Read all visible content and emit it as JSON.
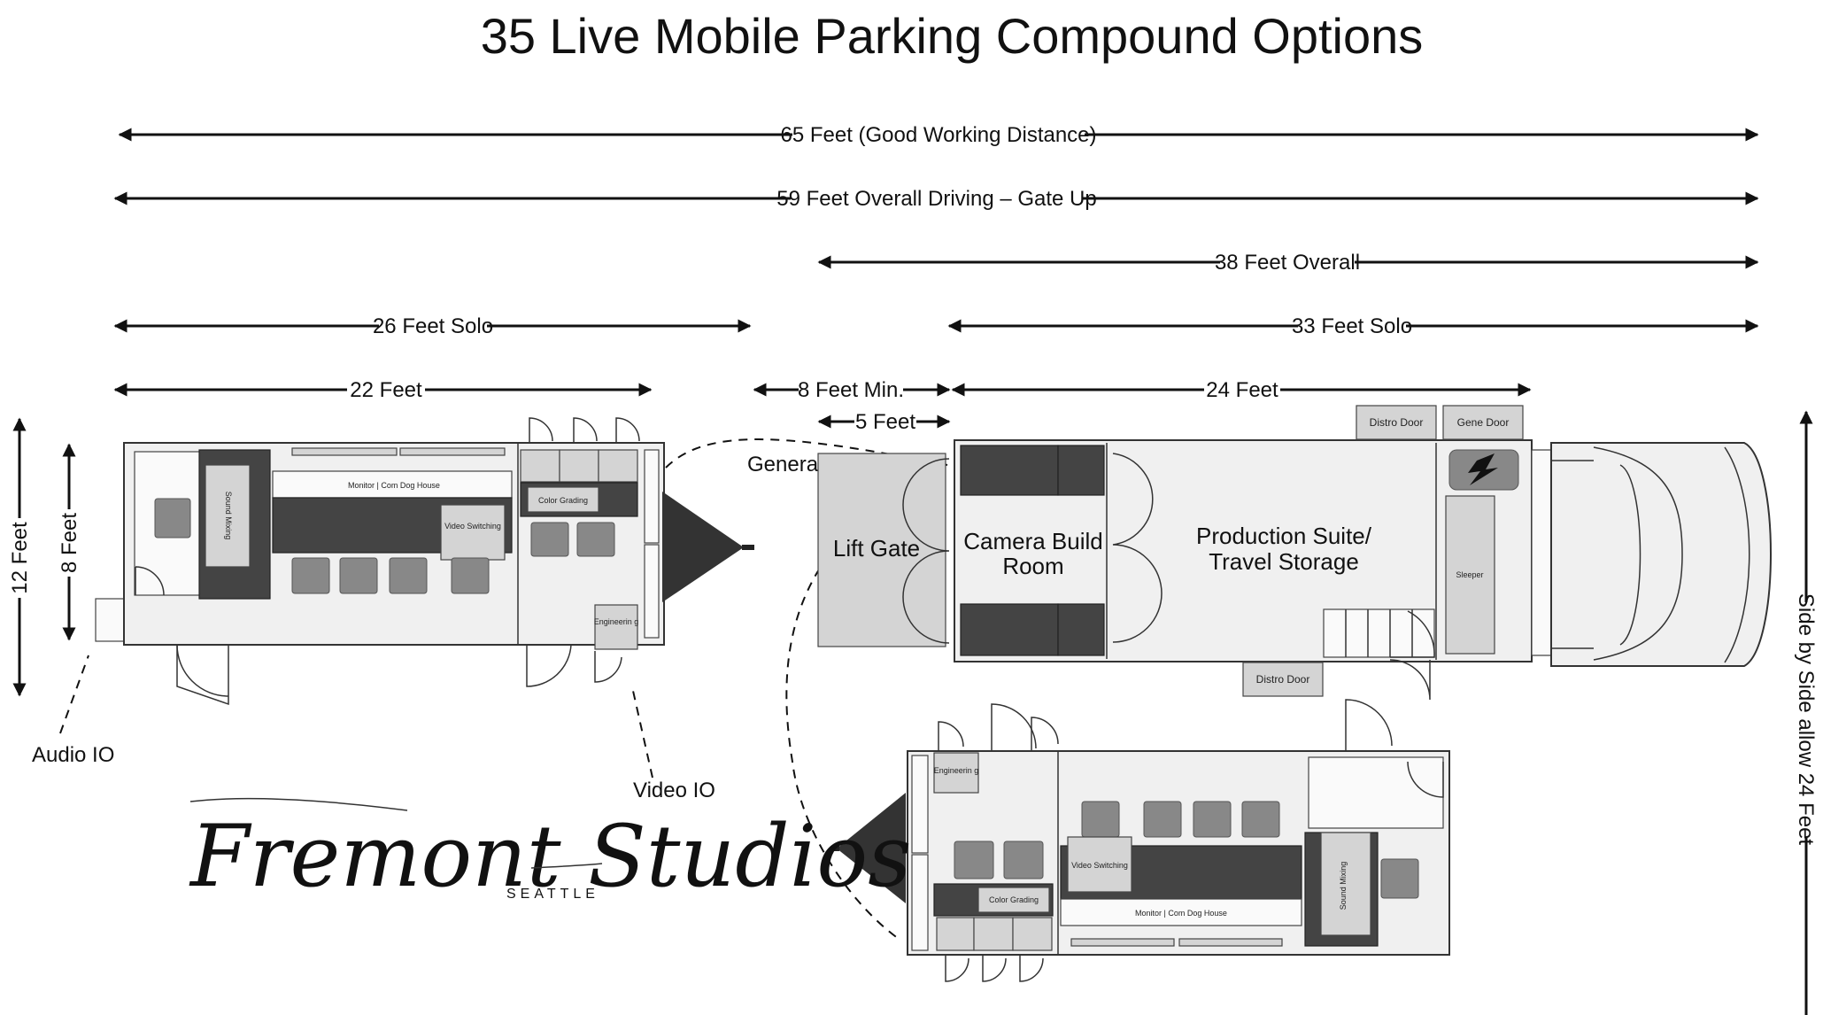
{
  "title": "35 Live Mobile Parking Compound Options",
  "dimensions": {
    "d65": "65 Feet (Good Working Distance)",
    "d59": "59 Feet Overall Driving – Gate Up",
    "d38": "38 Feet Overall",
    "d26": "26 Feet Solo",
    "d33": "33 Feet Solo",
    "d22": "22 Feet",
    "d8min": "8 Feet Min.",
    "d24": "24 Feet",
    "d5": "5 Feet",
    "d12": "12 Feet",
    "d8": "8 Feet",
    "side": "Side by Side allow 24 Feet"
  },
  "labels": {
    "audio_io": "Audio IO",
    "video_io": "Video IO",
    "generator_power": "Generator Power",
    "lift_gate": "Lift Gate",
    "camera_build_1": "Camera Build",
    "camera_build_2": "Room",
    "production_1": "Production Suite/",
    "production_2": "Travel Storage",
    "distro_door": "Distro Door",
    "gene_door": "Gene Door",
    "sleeper": "Sleeper"
  },
  "trailer": {
    "monitor": "Monitor | Com Dog House",
    "video_switching": "Video Switching",
    "color_grading": "Color Grading",
    "sound_mixing": "Sound Mixing",
    "engineering": "Engineerin g"
  },
  "logo": {
    "name": "Fremont Studios",
    "city": "SEATTLE"
  }
}
